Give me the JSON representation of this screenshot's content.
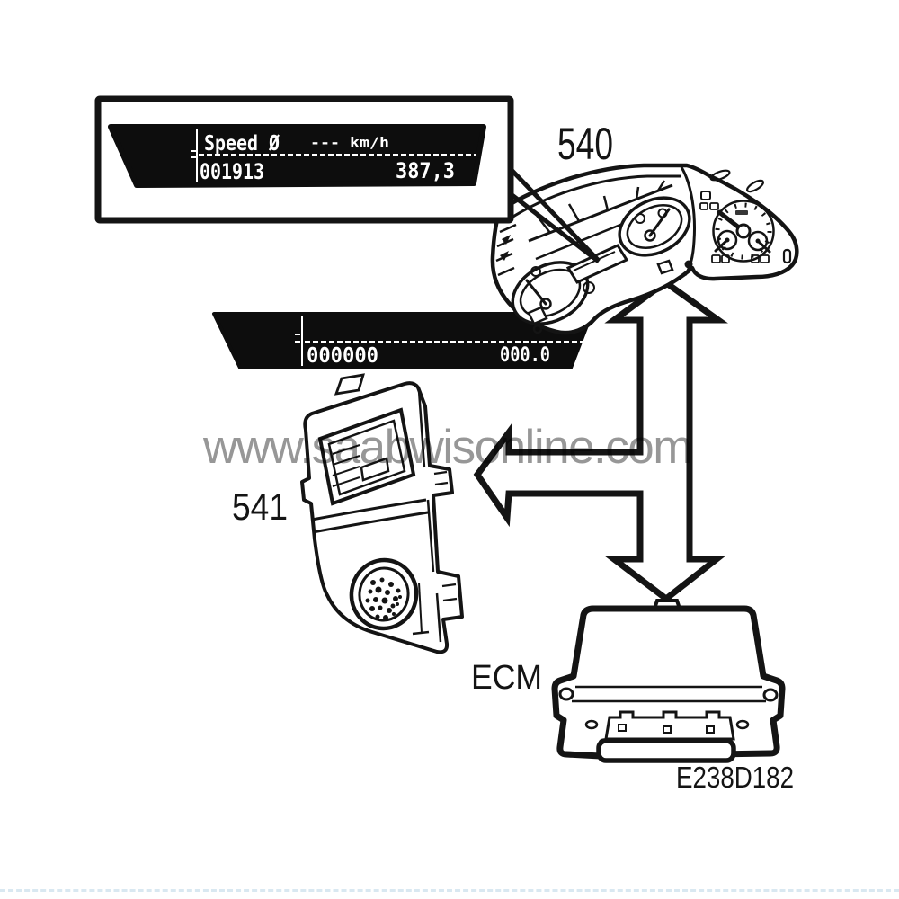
{
  "watermark": {
    "text": "www.saabwisonline.com"
  },
  "figure": {
    "code": "E238D182"
  },
  "components": {
    "instrument_cluster": {
      "label": "540"
    },
    "display_module": {
      "label": "541"
    },
    "engine_control_module": {
      "label": "ECM"
    }
  },
  "callout_display": {
    "title": "Speed Ø",
    "reading": "--- km/h",
    "odometer": "001913",
    "trip_value": "387,3"
  },
  "cluster_display": {
    "odometer": "000000",
    "trip_value": "000.0"
  },
  "icons": {
    "vertical_arrow": "bidirectional-arrow-icon",
    "horizontal_arrow": "left-arrow-icon",
    "module_connector": "round-connector-icon"
  },
  "colors": {
    "ink": "#141414",
    "display_background": "#0d0d0d",
    "display_text": "#ffffff",
    "watermark": "#8f8f8f",
    "scan_artifact_line": "#d9e8f1"
  }
}
